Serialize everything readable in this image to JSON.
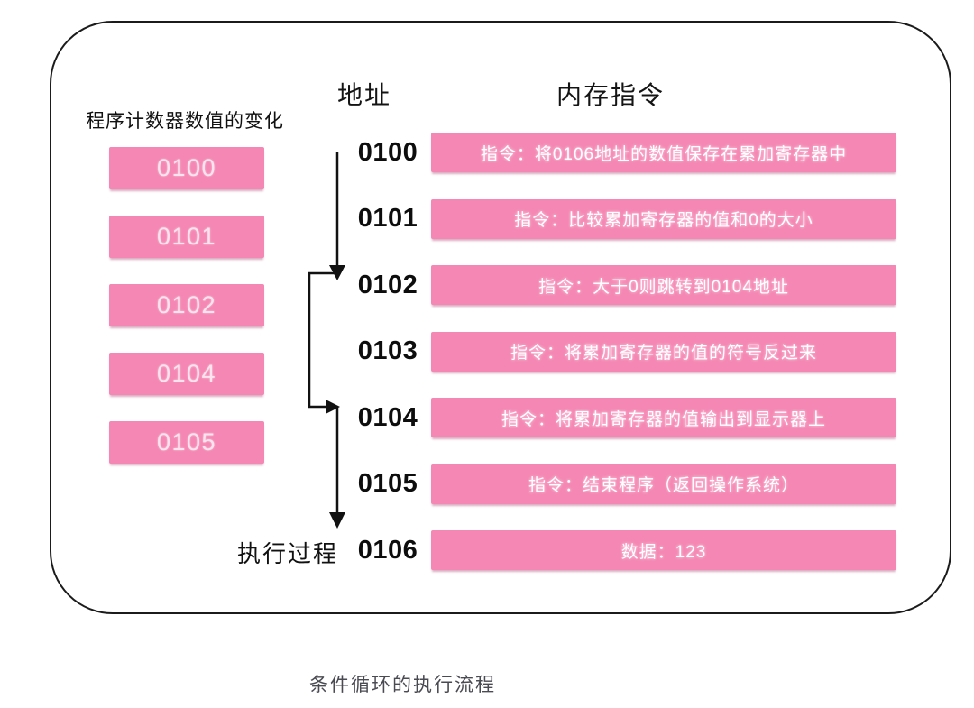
{
  "pc_panel": {
    "title": "程序计数器数值的变化",
    "values": [
      "0100",
      "0101",
      "0102",
      "0104",
      "0105"
    ]
  },
  "headers": {
    "address": "地址",
    "memory": "内存指令"
  },
  "memory_rows": [
    {
      "address": "0100",
      "content": "指令：将0106地址的数值保存在累加寄存器中"
    },
    {
      "address": "0101",
      "content": "指令：比较累加寄存器的值和0的大小"
    },
    {
      "address": "0102",
      "content": "指令：大于0则跳转到0104地址"
    },
    {
      "address": "0103",
      "content": "指令：将累加寄存器的值的符号反过来"
    },
    {
      "address": "0104",
      "content": "指令：将累加寄存器的值输出到显示器上"
    },
    {
      "address": "0105",
      "content": "指令：结束程序（返回操作系统）"
    },
    {
      "address": "0106",
      "content": "数据：123"
    }
  ],
  "exec_label": "执行过程",
  "caption": "条件循环的执行流程",
  "colors": {
    "box_pink": "#f487b3",
    "frame_border": "#1b1b1b",
    "caption_text": "#4a4a52",
    "arrow": "#111111"
  }
}
